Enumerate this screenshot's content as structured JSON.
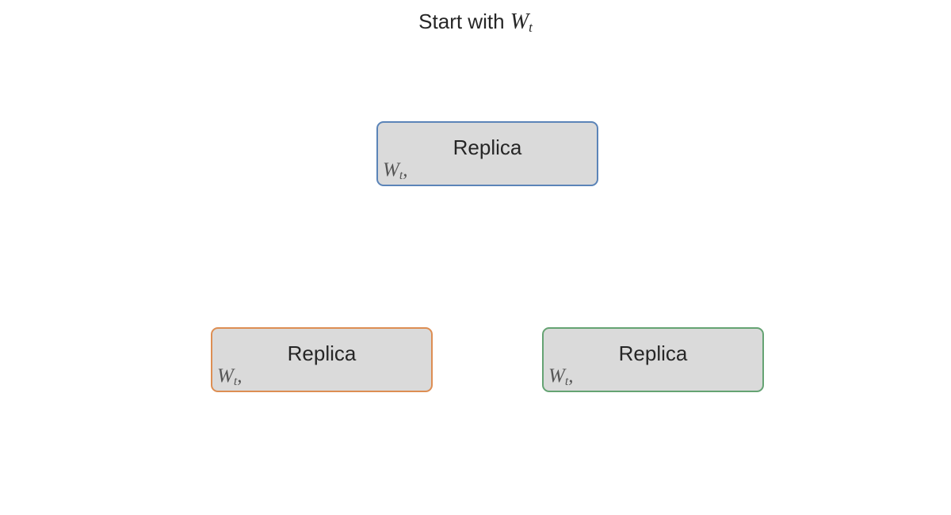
{
  "title": {
    "text": "Start with ",
    "math_base": "W",
    "math_sub": "t"
  },
  "replicas": [
    {
      "label": "Replica",
      "weight_base": "W",
      "weight_sub": "t",
      "weight_suffix": ",",
      "color": "#5b84b8"
    },
    {
      "label": "Replica",
      "weight_base": "W",
      "weight_sub": "t",
      "weight_suffix": ",",
      "color": "#dd8e53"
    },
    {
      "label": "Replica",
      "weight_base": "W",
      "weight_sub": "t",
      "weight_suffix": ",",
      "color": "#65a373"
    }
  ],
  "colors": {
    "box_fill": "#dadada",
    "text": "#262626",
    "weight_text": "#555555"
  }
}
